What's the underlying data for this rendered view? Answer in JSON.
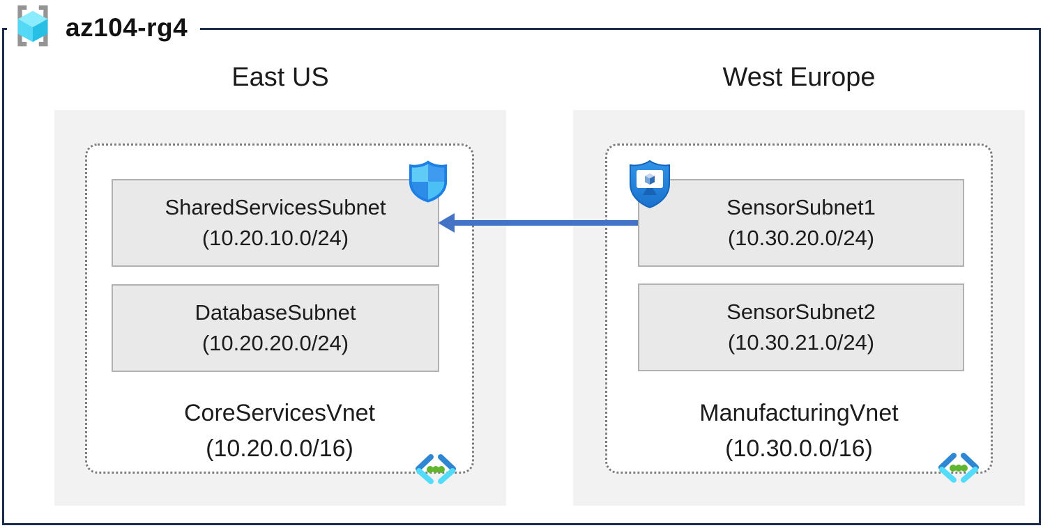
{
  "resource_group": {
    "name": "az104-rg4",
    "icon": "resource-group-icon"
  },
  "regions": [
    {
      "name": "East US",
      "vnet": {
        "name": "CoreServicesVnet",
        "cidr": "(10.20.0.0/16)",
        "icon": "virtual-network-icon"
      },
      "subnets": [
        {
          "name": "SharedServicesSubnet",
          "cidr": "(10.20.10.0/24)",
          "badge_icon": "nsg-shield-icon"
        },
        {
          "name": "DatabaseSubnet",
          "cidr": "(10.20.20.0/24)",
          "badge_icon": null
        }
      ]
    },
    {
      "name": "West Europe",
      "vnet": {
        "name": "ManufacturingVnet",
        "cidr": "(10.30.0.0/16)",
        "icon": "virtual-network-icon"
      },
      "subnets": [
        {
          "name": "SensorSubnet1",
          "cidr": "(10.30.20.0/24)",
          "badge_icon": "bastion-shield-icon"
        },
        {
          "name": "SensorSubnet2",
          "cidr": "(10.30.21.0/24)",
          "badge_icon": null
        }
      ]
    }
  ],
  "connection": {
    "from": "SensorSubnet1",
    "to": "SharedServicesSubnet",
    "direction": "right-to-left",
    "color": "#4472c4"
  },
  "colors": {
    "frame_border": "#1b2c4f",
    "region_fill": "#f2f2f2",
    "subnet_fill": "#e9e9e9",
    "subnet_border": "#b1b1b1",
    "vnet_dotted_border": "#7d7d7d",
    "arrow": "#4472c4",
    "shield_blue": "#1c80e6",
    "cyan": "#50e6ff",
    "vnet_dot_green": "#61b52f"
  }
}
